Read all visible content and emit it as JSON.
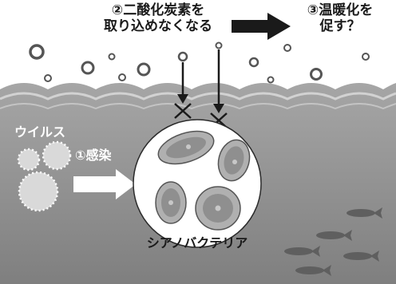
{
  "labels": {
    "co2_line1": "②二酸化炭素を",
    "co2_line2": "取り込めなくなる",
    "warming_line1": "③温暖化を",
    "warming_line2": "促す？",
    "virus": "ウイルス",
    "infection": "①感染",
    "cyanobacteria": "シアノバクテリア"
  },
  "colors": {
    "sky": "#ffffff",
    "water_top": "#a6a6a6",
    "water_bottom": "#7f7f7f",
    "cell_body": "#ffffff",
    "inner_cell": "#a0a0a0",
    "virus": "#d9d9d9",
    "fish": "#5f5f5f",
    "ink": "#1a1a1a"
  },
  "icons": {
    "bubbles": "bubble-icon",
    "block_marks": "cross-mark-icon",
    "fish": "fish-icon",
    "viruses": "virus-icon"
  }
}
